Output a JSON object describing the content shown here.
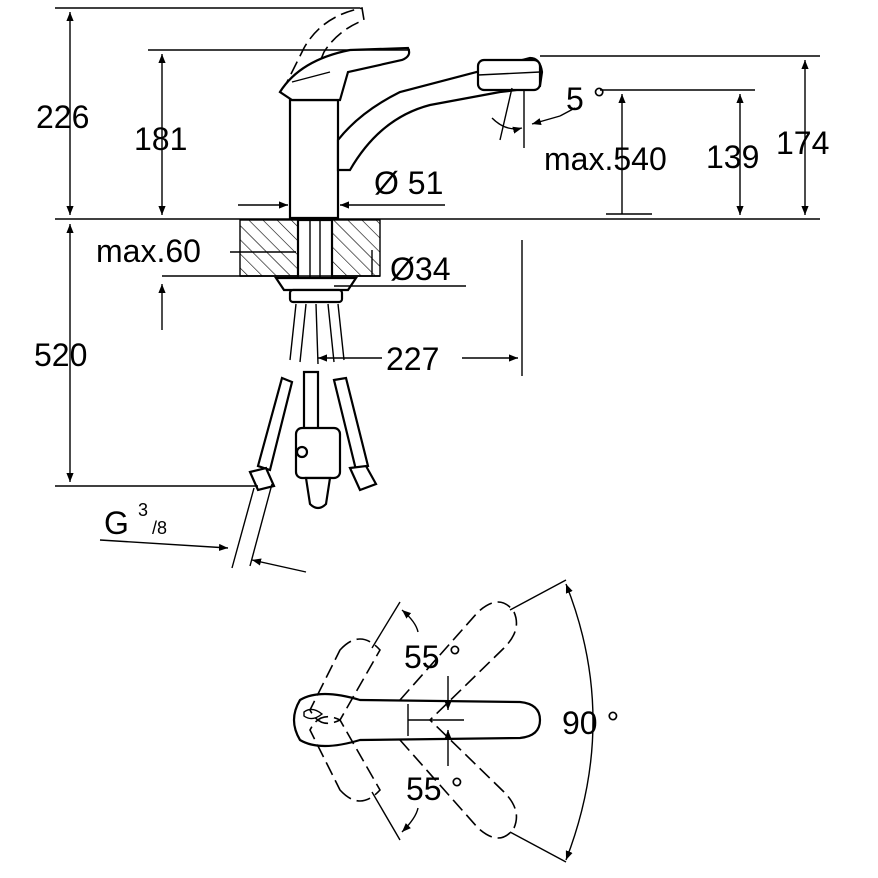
{
  "dimensions": {
    "total_height": "226",
    "spout_height": "181",
    "outlet_height": "174",
    "outlet_clearance": "139",
    "hose_extension": "max.540",
    "tilt_angle": "5 °",
    "base_diameter": "Ø 51",
    "hole_diameter": "Ø34",
    "counter_thickness": "max.60",
    "hose_length": "520",
    "spout_reach": "227",
    "thread_prefix": "G",
    "thread_numerator": "3",
    "thread_denominator": "/8"
  },
  "rotation": {
    "angle_upper": "55 °",
    "angle_lower": "55 °",
    "total_swing": "90 °"
  }
}
